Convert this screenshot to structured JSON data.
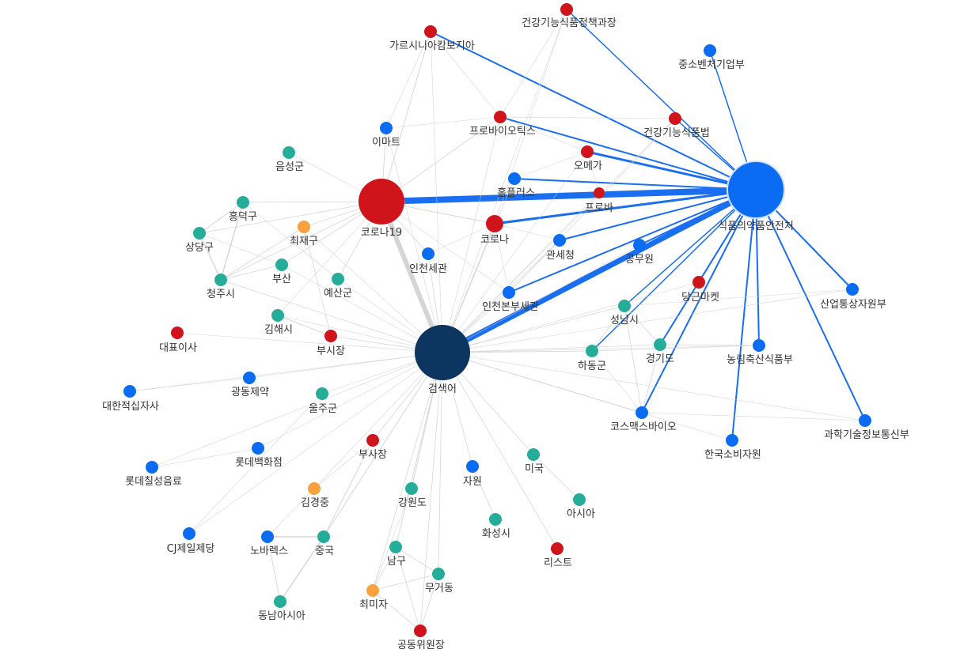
{
  "colors": {
    "red": "#d0141c",
    "blue": "#0a6cf2",
    "navy": "#0c3560",
    "teal": "#26ad9a",
    "orange": "#f9a03f",
    "edge_gray": "#d0d0d0",
    "edge_blue": "#1a6ef0"
  },
  "nodes": {
    "food_drug_agency": {
      "label": "식품의약품안전처",
      "color": "blue"
    },
    "search_term": {
      "label": "검색어",
      "color": "navy"
    },
    "covid19": {
      "label": "코로나19",
      "color": "red"
    },
    "corona": {
      "label": "코로나",
      "color": "red"
    },
    "garcinia": {
      "label": "가르시니아캄보지아",
      "color": "red"
    },
    "hf_policy_div": {
      "label": "건강기능식품정책과장",
      "color": "red"
    },
    "sme_ministry": {
      "label": "중소벤처기업부",
      "color": "blue"
    },
    "probiotics": {
      "label": "프로바이오틱스",
      "color": "red"
    },
    "hf_law": {
      "label": "건강기능식품법",
      "color": "red"
    },
    "emart": {
      "label": "이마트",
      "color": "blue"
    },
    "omega": {
      "label": "오메가",
      "color": "red"
    },
    "homeplus": {
      "label": "홈플러스",
      "color": "blue"
    },
    "probi": {
      "label": "프로바",
      "color": "red"
    },
    "eumseong": {
      "label": "음성군",
      "color": "teal"
    },
    "heungdeok": {
      "label": "흥덕구",
      "color": "teal"
    },
    "choi_jaegu": {
      "label": "최재구",
      "color": "orange"
    },
    "sangdang": {
      "label": "상당구",
      "color": "teal"
    },
    "busan": {
      "label": "부산",
      "color": "teal"
    },
    "yesan": {
      "label": "예산군",
      "color": "teal"
    },
    "cheongju": {
      "label": "청주시",
      "color": "teal"
    },
    "incheon_customs": {
      "label": "인천세관",
      "color": "blue"
    },
    "customs": {
      "label": "관세청",
      "color": "blue"
    },
    "official": {
      "label": "공무원",
      "color": "blue"
    },
    "incheon_hq_customs": {
      "label": "인천본부세관",
      "color": "blue"
    },
    "karrot": {
      "label": "당근마켓",
      "color": "red"
    },
    "motie": {
      "label": "산업통상자원부",
      "color": "blue"
    },
    "seongnam": {
      "label": "성남시",
      "color": "teal"
    },
    "gimhae": {
      "label": "김해시",
      "color": "teal"
    },
    "ceo": {
      "label": "대표이사",
      "color": "red"
    },
    "vice_mayor": {
      "label": "부시장",
      "color": "red"
    },
    "gyeonggi": {
      "label": "경기도",
      "color": "teal"
    },
    "hadong": {
      "label": "하동군",
      "color": "teal"
    },
    "mafra": {
      "label": "농림축산식품부",
      "color": "blue"
    },
    "kwangdong": {
      "label": "광동제약",
      "color": "blue"
    },
    "red_cross": {
      "label": "대한적십자사",
      "color": "blue"
    },
    "ulju": {
      "label": "울주군",
      "color": "teal"
    },
    "cosmax": {
      "label": "코스맥스바이오",
      "color": "blue"
    },
    "msit": {
      "label": "과학기술정보통신부",
      "color": "blue"
    },
    "consumer_agency": {
      "label": "한국소비자원",
      "color": "blue"
    },
    "vice_president": {
      "label": "부사장",
      "color": "red"
    },
    "lotte_dept": {
      "label": "롯데백화점",
      "color": "blue"
    },
    "usa": {
      "label": "미국",
      "color": "teal"
    },
    "lotte_chilsung": {
      "label": "롯데칠성음료",
      "color": "blue"
    },
    "resource": {
      "label": "자원",
      "color": "blue"
    },
    "kim_gyeongjung": {
      "label": "김경중",
      "color": "orange"
    },
    "gangwon": {
      "label": "강원도",
      "color": "teal"
    },
    "asia": {
      "label": "아시아",
      "color": "teal"
    },
    "cj": {
      "label": "CJ제일제당",
      "color": "blue"
    },
    "hwaseong": {
      "label": "화성시",
      "color": "teal"
    },
    "novarex": {
      "label": "노바렉스",
      "color": "blue"
    },
    "china": {
      "label": "중국",
      "color": "teal"
    },
    "namgu": {
      "label": "남구",
      "color": "teal"
    },
    "list": {
      "label": "리스트",
      "color": "red"
    },
    "mugeo": {
      "label": "무거동",
      "color": "teal"
    },
    "choi_mija": {
      "label": "최미자",
      "color": "orange"
    },
    "se_asia": {
      "label": "동남아시아",
      "color": "teal"
    },
    "co_chair": {
      "label": "공동위원장",
      "color": "red"
    }
  },
  "edges": [
    [
      "covid19",
      "food_drug_agency",
      "blue",
      8
    ],
    [
      "search_term",
      "food_drug_agency",
      "blue",
      7
    ],
    [
      "corona",
      "food_drug_agency",
      "blue",
      3
    ],
    [
      "garcinia",
      "food_drug_agency",
      "blue",
      2
    ],
    [
      "hf_policy_div",
      "food_drug_agency",
      "blue",
      1.5
    ],
    [
      "sme_ministry",
      "food_drug_agency",
      "blue",
      1.5
    ],
    [
      "probiotics",
      "food_drug_agency",
      "blue",
      2
    ],
    [
      "hf_law",
      "food_drug_agency",
      "blue",
      1.5
    ],
    [
      "omega",
      "food_drug_agency",
      "blue",
      3
    ],
    [
      "homeplus",
      "food_drug_agency",
      "blue",
      2
    ],
    [
      "probi",
      "food_drug_agency",
      "blue",
      2
    ],
    [
      "customs",
      "food_drug_agency",
      "blue",
      2
    ],
    [
      "official",
      "food_drug_agency",
      "blue",
      2
    ],
    [
      "incheon_hq_customs",
      "food_drug_agency",
      "blue",
      2
    ],
    [
      "karrot",
      "food_drug_agency",
      "blue",
      1.5
    ],
    [
      "motie",
      "food_drug_agency",
      "blue",
      2
    ],
    [
      "seongnam",
      "food_drug_agency",
      "blue",
      1.5
    ],
    [
      "gyeonggi",
      "food_drug_agency",
      "blue",
      2
    ],
    [
      "hadong",
      "food_drug_agency",
      "blue",
      1.5
    ],
    [
      "mafra",
      "food_drug_agency",
      "blue",
      2
    ],
    [
      "cosmax",
      "food_drug_agency",
      "blue",
      2
    ],
    [
      "msit",
      "food_drug_agency",
      "blue",
      2
    ],
    [
      "consumer_agency",
      "food_drug_agency",
      "blue",
      2
    ],
    [
      "covid19",
      "search_term",
      "gray",
      6
    ],
    [
      "covid19",
      "garcinia",
      "gray",
      1
    ],
    [
      "covid19",
      "emart",
      "gray",
      1
    ],
    [
      "covid19",
      "eumseong",
      "gray",
      0.6
    ],
    [
      "covid19",
      "heungdeok",
      "gray",
      0.8
    ],
    [
      "covid19",
      "choi_jaegu",
      "gray",
      0.8
    ],
    [
      "covid19",
      "sangdang",
      "gray",
      0.8
    ],
    [
      "covid19",
      "cheongju",
      "gray",
      0.8
    ],
    [
      "covid19",
      "busan",
      "gray",
      0.8
    ],
    [
      "covid19",
      "yesan",
      "gray",
      0.8
    ],
    [
      "covid19",
      "corona",
      "gray",
      1
    ],
    [
      "covid19",
      "probiotics",
      "gray",
      0.8
    ],
    [
      "covid19",
      "incheon_customs",
      "gray",
      0.8
    ],
    [
      "covid19",
      "gimhae",
      "gray",
      0.6
    ],
    [
      "covid19",
      "incheon_hq_customs",
      "gray",
      0.6
    ],
    [
      "heungdeok",
      "cheongju",
      "gray",
      1.5
    ],
    [
      "sangdang",
      "cheongju",
      "gray",
      1.5
    ],
    [
      "heungdeok",
      "sangdang",
      "gray",
      1
    ],
    [
      "cheongju",
      "busan",
      "gray",
      0.8
    ],
    [
      "cheongju",
      "choi_jaegu",
      "gray",
      0.8
    ],
    [
      "heungdeok",
      "yesan",
      "gray",
      0.6
    ],
    [
      "sangdang",
      "busan",
      "gray",
      0.6
    ],
    [
      "ceo",
      "search_term",
      "gray",
      0.6
    ],
    [
      "gimhae",
      "vice_mayor",
      "gray",
      1
    ],
    [
      "choi_jaegu",
      "vice_mayor",
      "gray",
      0.8
    ],
    [
      "search_term",
      "garcinia",
      "gray",
      0.6
    ],
    [
      "search_term",
      "hf_policy_div",
      "gray",
      0.6
    ],
    [
      "search_term",
      "hf_law",
      "gray",
      0.6
    ],
    [
      "search_term",
      "emart",
      "gray",
      0.6
    ],
    [
      "search_term",
      "corona",
      "gray",
      1
    ],
    [
      "search_term",
      "incheon_customs",
      "gray",
      0.8
    ],
    [
      "search_term",
      "incheon_hq_customs",
      "gray",
      0.8
    ],
    [
      "search_term",
      "busan",
      "gray",
      0.6
    ],
    [
      "search_term",
      "yesan",
      "gray",
      0.6
    ],
    [
      "search_term",
      "cheongju",
      "gray",
      0.8
    ],
    [
      "search_term",
      "choi_jaegu",
      "gray",
      0.6
    ],
    [
      "search_term",
      "gimhae",
      "gray",
      0.6
    ],
    [
      "search_term",
      "vice_mayor",
      "gray",
      0.8
    ],
    [
      "search_term",
      "kwangdong",
      "gray",
      0.6
    ],
    [
      "search_term",
      "red_cross",
      "gray",
      0.6
    ],
    [
      "search_term",
      "ulju",
      "gray",
      0.6
    ],
    [
      "search_term",
      "lotte_dept",
      "gray",
      0.6
    ],
    [
      "search_term",
      "lotte_chilsung",
      "gray",
      0.6
    ],
    [
      "search_term",
      "cj",
      "gray",
      0.6
    ],
    [
      "search_term",
      "vice_president",
      "gray",
      0.8
    ],
    [
      "search_term",
      "kim_gyeongjung",
      "gray",
      0.6
    ],
    [
      "search_term",
      "gangwon",
      "gray",
      1
    ],
    [
      "search_term",
      "resource",
      "gray",
      0.8
    ],
    [
      "search_term",
      "usa",
      "gray",
      0.8
    ],
    [
      "search_term",
      "list",
      "gray",
      0.8
    ],
    [
      "search_term",
      "namgu",
      "gray",
      1
    ],
    [
      "search_term",
      "mugeo",
      "gray",
      0.8
    ],
    [
      "search_term",
      "choi_mija",
      "gray",
      0.8
    ],
    [
      "search_term",
      "co_chair",
      "gray",
      0.8
    ],
    [
      "search_term",
      "china",
      "gray",
      1
    ],
    [
      "search_term",
      "hadong",
      "gray",
      0.8
    ],
    [
      "search_term",
      "seongnam",
      "gray",
      0.8
    ],
    [
      "search_term",
      "gyeonggi",
      "gray",
      0.8
    ],
    [
      "search_term",
      "cosmax",
      "gray",
      0.8
    ],
    [
      "search_term",
      "karrot",
      "gray",
      0.6
    ],
    [
      "search_term",
      "mafra",
      "gray",
      0.6
    ],
    [
      "search_term",
      "consumer_agency",
      "gray",
      0.6
    ],
    [
      "search_term",
      "msit",
      "gray",
      0.6
    ],
    [
      "search_term",
      "motie",
      "gray",
      0.6
    ],
    [
      "search_term",
      "customs",
      "gray",
      0.6
    ],
    [
      "search_term",
      "official",
      "gray",
      0.6
    ],
    [
      "search_term",
      "probi",
      "gray",
      0.6
    ],
    [
      "search_term",
      "homeplus",
      "gray",
      0.6
    ],
    [
      "search_term",
      "omega",
      "gray",
      0.6
    ],
    [
      "search_term",
      "probiotics",
      "gray",
      0.6
    ],
    [
      "incheon_customs",
      "corona",
      "gray",
      0.6
    ],
    [
      "corona",
      "customs",
      "gray",
      0.6
    ],
    [
      "corona",
      "incheon_hq_customs",
      "gray",
      0.6
    ],
    [
      "seongnam",
      "hadong",
      "gray",
      0.8
    ],
    [
      "seongnam",
      "gyeonggi",
      "gray",
      0.8
    ],
    [
      "seongnam",
      "cosmax",
      "gray",
      0.8
    ],
    [
      "hadong",
      "cosmax",
      "gray",
      0.6
    ],
    [
      "gyeonggi",
      "mafra",
      "gray",
      0.8
    ],
    [
      "gyeonggi",
      "cosmax",
      "gray",
      0.8
    ],
    [
      "hadong",
      "mafra",
      "gray",
      0.6
    ],
    [
      "seongnam",
      "motie",
      "gray",
      0.6
    ],
    [
      "cosmax",
      "msit",
      "gray",
      0.6
    ],
    [
      "kwangdong",
      "red_cross",
      "gray",
      0.6
    ],
    [
      "lotte_dept",
      "lotte_chilsung",
      "gray",
      0.6
    ],
    [
      "ulju",
      "cj",
      "gray",
      0.6
    ],
    [
      "vice_president",
      "kim_gyeongjung",
      "gray",
      0.6
    ],
    [
      "vice_president",
      "china",
      "gray",
      1
    ],
    [
      "novarex",
      "china",
      "gray",
      1.5
    ],
    [
      "novarex",
      "se_asia",
      "gray",
      1
    ],
    [
      "china",
      "se_asia",
      "gray",
      1.5
    ],
    [
      "novarex",
      "kim_gyeongjung",
      "gray",
      0.6
    ],
    [
      "namgu",
      "mugeo",
      "gray",
      0.8
    ],
    [
      "namgu",
      "choi_mija",
      "gray",
      0.8
    ],
    [
      "namgu",
      "co_chair",
      "gray",
      0.8
    ],
    [
      "mugeo",
      "co_chair",
      "gray",
      0.8
    ],
    [
      "choi_mija",
      "co_chair",
      "gray",
      0.8
    ],
    [
      "choi_mija",
      "mugeo",
      "gray",
      0.8
    ],
    [
      "gangwon",
      "choi_mija",
      "gray",
      0.6
    ],
    [
      "usa",
      "asia",
      "gray",
      0.8
    ],
    [
      "resource",
      "hwaseong",
      "gray",
      0.8
    ],
    [
      "garcinia",
      "probiotics",
      "gray",
      0.6
    ],
    [
      "hf_policy_div",
      "probiotics",
      "gray",
      0.6
    ],
    [
      "hf_policy_div",
      "corona",
      "gray",
      0.6
    ],
    [
      "hf_law",
      "probiotics",
      "gray",
      0.6
    ],
    [
      "emart",
      "probiotics",
      "gray",
      0.6
    ],
    [
      "homeplus",
      "omega",
      "gray",
      0.6
    ],
    [
      "omega",
      "probiotics",
      "gray",
      0.6
    ],
    [
      "probi",
      "omega",
      "gray",
      0.6
    ],
    [
      "garcinia",
      "emart",
      "gray",
      0.6
    ],
    [
      "hf_law",
      "incheon_hq_customs",
      "gray",
      0.6
    ],
    [
      "customs",
      "incheon_hq_customs",
      "gray",
      0.6
    ]
  ]
}
